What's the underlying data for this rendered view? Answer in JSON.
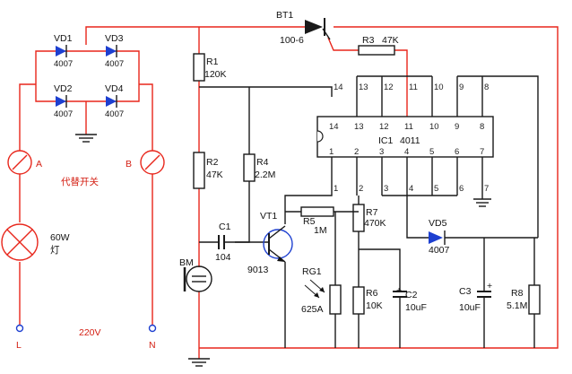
{
  "components": {
    "bt1": {
      "ref": "BT1",
      "value": "100-6"
    },
    "vd1": {
      "ref": "VD1",
      "value": "4007"
    },
    "vd2": {
      "ref": "VD2",
      "value": "4007"
    },
    "vd3": {
      "ref": "VD3",
      "value": "4007"
    },
    "vd4": {
      "ref": "VD4",
      "value": "4007"
    },
    "vd5": {
      "ref": "VD5",
      "value": "4007"
    },
    "r1": {
      "ref": "R1",
      "value": "120K"
    },
    "r2": {
      "ref": "R2",
      "value": "47K"
    },
    "r3": {
      "ref": "R3",
      "value": "47K"
    },
    "r4": {
      "ref": "R4",
      "value": "2.2M"
    },
    "r5": {
      "ref": "R5",
      "value": "1M"
    },
    "r6": {
      "ref": "R6",
      "value": "10K"
    },
    "r7": {
      "ref": "R7",
      "value": "470K"
    },
    "r8": {
      "ref": "R8",
      "value": "5.1M"
    },
    "c1": {
      "ref": "C1",
      "value": "104"
    },
    "c2": {
      "ref": "C2",
      "value": "10uF"
    },
    "c3": {
      "ref": "C3",
      "value": "10uF"
    },
    "vt1": {
      "ref": "VT1",
      "value": "9013"
    },
    "bm": {
      "ref": "BM"
    },
    "rg1": {
      "ref": "RG1",
      "value": "625A"
    },
    "ic1": {
      "ref": "IC1",
      "value": "4011"
    },
    "lamp": {
      "value": "60W",
      "unit": "灯"
    }
  },
  "labels": {
    "terminal_a": "A",
    "terminal_b": "B",
    "switch_note": "代替开关",
    "terminal_l": "L",
    "terminal_n": "N",
    "voltage": "220V",
    "plus": "+"
  },
  "ic_pins": {
    "top": [
      "14",
      "13",
      "12",
      "11",
      "10",
      "9",
      "8"
    ],
    "bottom": [
      "1",
      "2",
      "3",
      "4",
      "5",
      "6",
      "7"
    ]
  },
  "colors": {
    "wire_main": "#e8261b",
    "wire_signal": "#1a1a1a",
    "transistor": "#1d3fd0",
    "ic_fill": "#ffffff"
  }
}
